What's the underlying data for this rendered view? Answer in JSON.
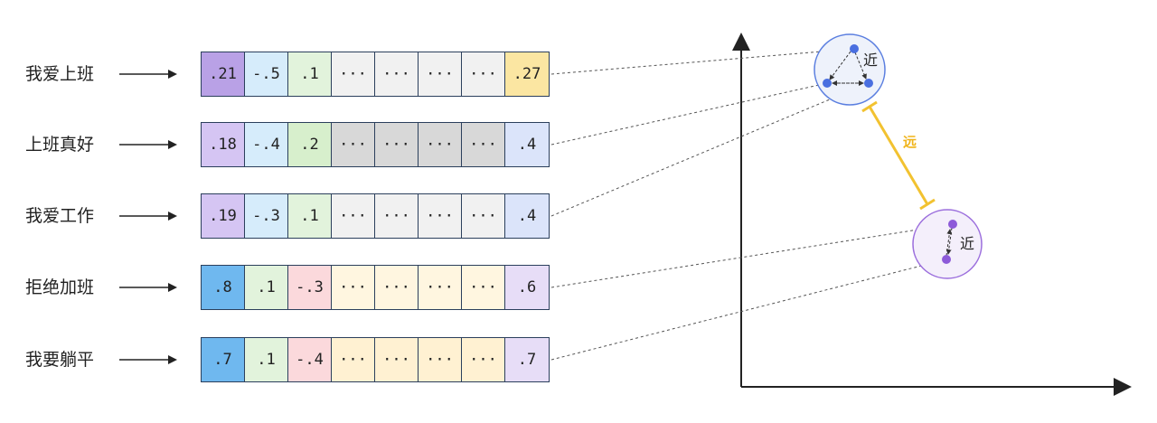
{
  "rows": [
    {
      "sentence": "我爱上班",
      "cells": [
        {
          "text": ".21",
          "color": "#b9a1e6"
        },
        {
          "text": "-.5",
          "color": "#d6ecfb"
        },
        {
          "text": ".1",
          "color": "#e2f3dc"
        },
        {
          "text": "···",
          "color": "#f1f1f1"
        },
        {
          "text": "···",
          "color": "#f1f1f1"
        },
        {
          "text": "···",
          "color": "#f1f1f1"
        },
        {
          "text": "···",
          "color": "#f1f1f1"
        },
        {
          "text": ".27",
          "color": "#fbe6a2"
        }
      ]
    },
    {
      "sentence": "上班真好",
      "cells": [
        {
          "text": ".18",
          "color": "#d5c5f3"
        },
        {
          "text": "-.4",
          "color": "#d6ecfb"
        },
        {
          "text": ".2",
          "color": "#d7efcc"
        },
        {
          "text": "···",
          "color": "#d8d8d8"
        },
        {
          "text": "···",
          "color": "#d8d8d8"
        },
        {
          "text": "···",
          "color": "#d8d8d8"
        },
        {
          "text": "···",
          "color": "#d8d8d8"
        },
        {
          "text": ".4",
          "color": "#dbe4fa"
        }
      ]
    },
    {
      "sentence": "我爱工作",
      "cells": [
        {
          "text": ".19",
          "color": "#d5c5f3"
        },
        {
          "text": "-.3",
          "color": "#d6ecfb"
        },
        {
          "text": ".1",
          "color": "#e2f3dc"
        },
        {
          "text": "···",
          "color": "#f1f1f1"
        },
        {
          "text": "···",
          "color": "#f1f1f1"
        },
        {
          "text": "···",
          "color": "#f1f1f1"
        },
        {
          "text": "···",
          "color": "#f1f1f1"
        },
        {
          "text": ".4",
          "color": "#dbe4fa"
        }
      ]
    },
    {
      "sentence": "拒绝加班",
      "cells": [
        {
          "text": ".8",
          "color": "#6fb8ef"
        },
        {
          "text": ".1",
          "color": "#e2f3dc"
        },
        {
          "text": "-.3",
          "color": "#fbd9dc"
        },
        {
          "text": "···",
          "color": "#fff6e0"
        },
        {
          "text": "···",
          "color": "#fff6e0"
        },
        {
          "text": "···",
          "color": "#fff6e0"
        },
        {
          "text": "···",
          "color": "#fff6e0"
        },
        {
          "text": ".6",
          "color": "#e7ddf7"
        }
      ]
    },
    {
      "sentence": "我要躺平",
      "cells": [
        {
          "text": ".7",
          "color": "#6fb8ef"
        },
        {
          "text": ".1",
          "color": "#e2f3dc"
        },
        {
          "text": "-.4",
          "color": "#fbd9dc"
        },
        {
          "text": "···",
          "color": "#fff1d2"
        },
        {
          "text": "···",
          "color": "#fff1d2"
        },
        {
          "text": "···",
          "color": "#fff1d2"
        },
        {
          "text": "···",
          "color": "#fff1d2"
        },
        {
          "text": ".7",
          "color": "#e7ddf7"
        }
      ]
    }
  ],
  "cluster_labels": {
    "near_1": "近",
    "near_2": "近",
    "far": "远"
  },
  "colors": {
    "vector_border": "#2b3f5c",
    "cluster_blue": "#5b7fe0",
    "cluster_blue_fill": "#eef2fb",
    "cluster_purple": "#9c6fdd",
    "cluster_purple_fill": "#f4effb",
    "far_line": "#f2c230",
    "far_text": "#f0b41a"
  }
}
